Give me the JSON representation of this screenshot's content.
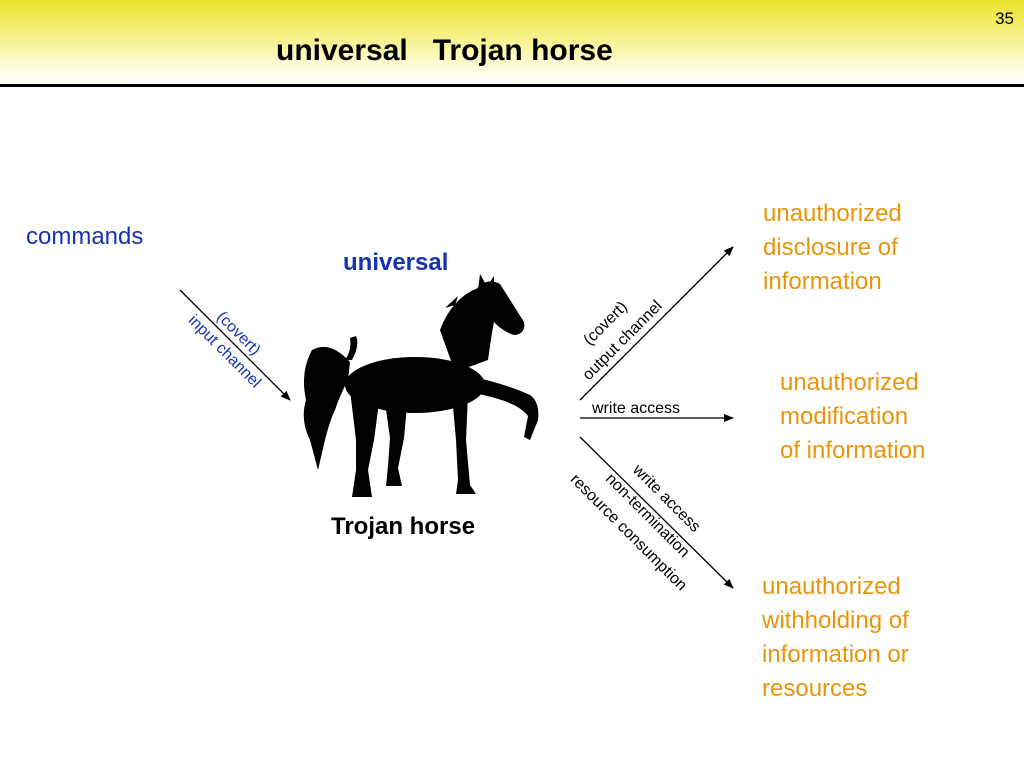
{
  "slide": {
    "title": "universal   Trojan horse",
    "number": "35"
  },
  "labels": {
    "commands": "commands",
    "universal": "universal",
    "trojan_horse": "Trojan horse",
    "input_covert": "(covert)",
    "input_channel": "input channel",
    "output_covert": "(covert)",
    "output_channel": "output channel",
    "write_access_mid": "write access",
    "bottom_write_access": "write access",
    "bottom_non_termination": "non-termination",
    "bottom_resource_consumption": "resource consumption"
  },
  "outcomes": {
    "disclosure": [
      "unauthorized",
      "disclosure of",
      "information"
    ],
    "modification": [
      "unauthorized",
      "modification",
      "of information"
    ],
    "withholding": [
      "unauthorized",
      "withholding of",
      "information or",
      "resources"
    ]
  },
  "colors": {
    "input": "#1733b0",
    "outcome": "#e8950a",
    "header": "#ece32a"
  },
  "icons": {
    "horse": "horse-silhouette-icon"
  }
}
